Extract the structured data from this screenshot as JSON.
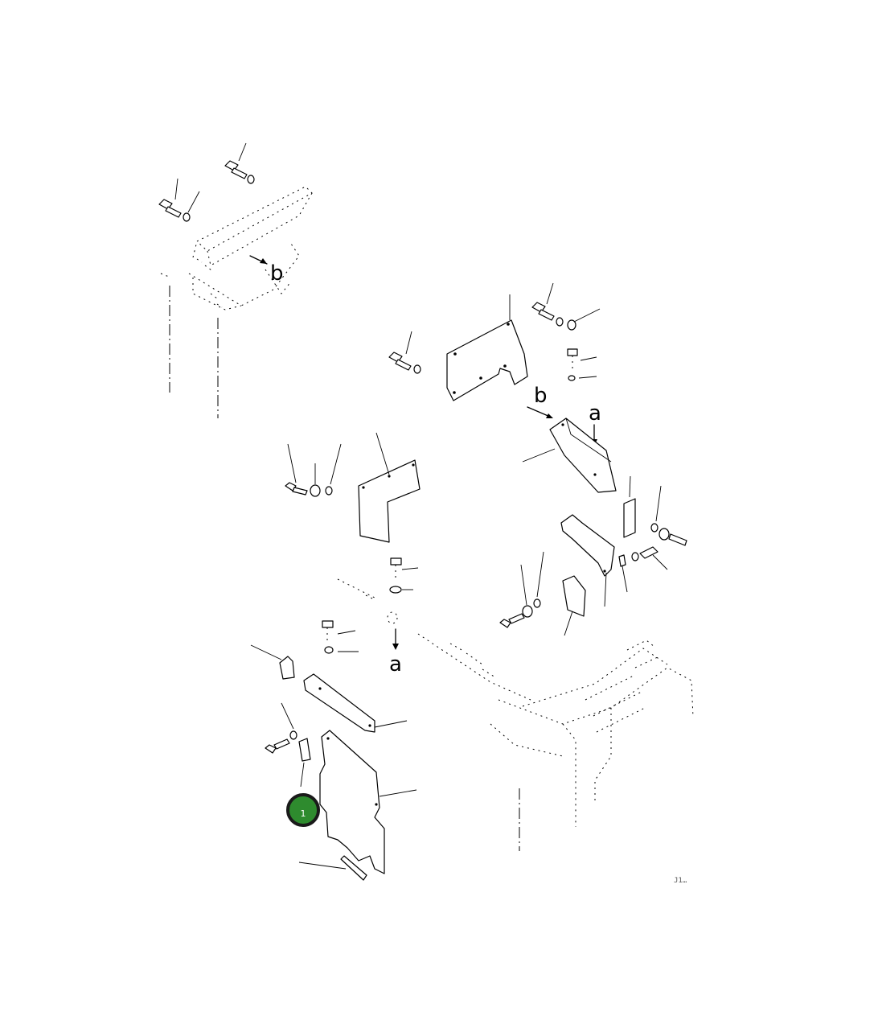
{
  "labels": {
    "view_b_top": "b",
    "view_b_right": "b",
    "view_a_right": "a",
    "view_a_center": "a"
  },
  "callout": {
    "number": "1",
    "fill": "#2e8b2e",
    "ring": "#1a1a1a"
  },
  "figure_ref": "J1…"
}
